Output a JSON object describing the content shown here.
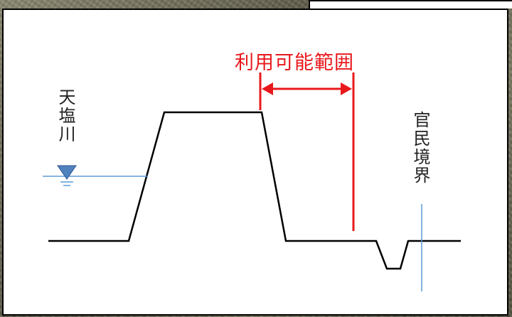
{
  "labels": {
    "river": "天塩川",
    "usable_range": "利用可能範囲",
    "boundary": "官民境界"
  },
  "colors": {
    "profile": "#000000",
    "range_marker": "#e8191d",
    "water_symbol": "#4f81bd",
    "water_line": "#5b9bd5"
  },
  "icons": {
    "water_level": "water-level-triangle-icon"
  }
}
